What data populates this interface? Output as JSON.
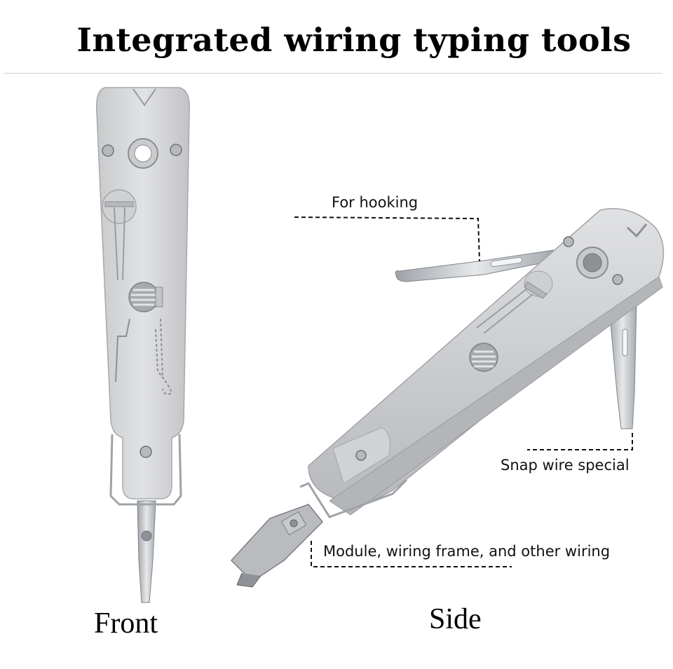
{
  "title": "Integrated wiring typing tools",
  "callouts": {
    "hooking": "For hooking",
    "snap": "Snap wire special",
    "module": "Module, wiring frame, and other wiring"
  },
  "views": {
    "front": "Front",
    "side": "Side"
  },
  "colors": {
    "tool_body": "#d9dadc",
    "tool_shadow": "#a9abae",
    "blade": "#c4c7cb",
    "leader_line": "#111111"
  },
  "icons": {
    "front_tool": "punch-down-tool-front-illustration",
    "side_tool": "punch-down-tool-side-illustration"
  }
}
